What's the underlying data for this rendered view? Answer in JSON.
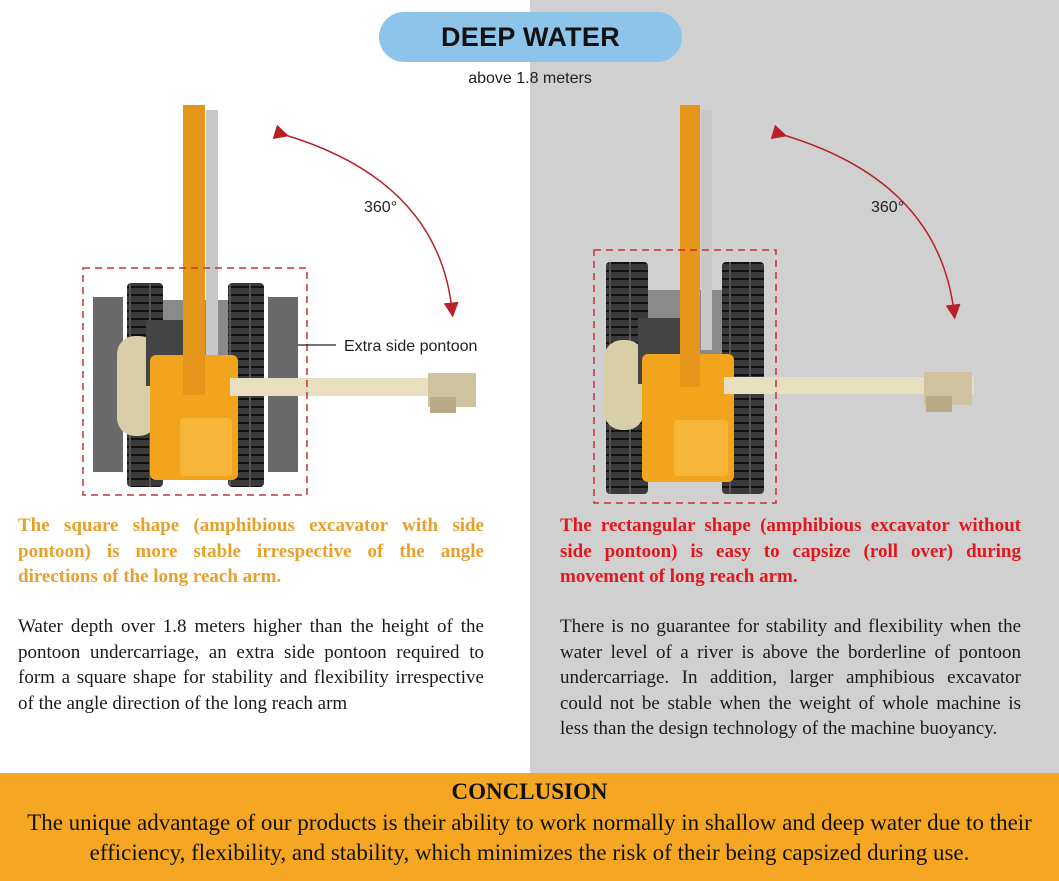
{
  "header": {
    "title": "DEEP WATER",
    "subtitle": "above 1.8 meters"
  },
  "left": {
    "rotation_label": "360°",
    "pontoon_label": "Extra side pontoon",
    "caption": "The square shape (amphibious excavator with side pontoon) is more stable irrespective of the angle directions of the long reach arm.",
    "body": "Water depth over 1.8 meters higher than the height of the pontoon undercarriage, an extra side pontoon required to form a square shape for stability and flexibility irrespective of the angle direction of the long reach arm"
  },
  "right": {
    "rotation_label": "360°",
    "caption": "The rectangular shape (amphibious excavator without side pontoon) is easy to capsize (roll over) during movement of long reach arm.",
    "body": "There is no guarantee for stability and flexibility when the water level of a river is above the borderline of pontoon undercarriage. In addition, larger amphibious excavator could not be stable when the weight of whole machine is less than the design technology of the machine buoyancy."
  },
  "conclusion": {
    "title": "CONCLUSION",
    "text": "The unique advantage of our products is their ability to work normally in shallow and deep water due to their efficiency, flexibility, and stability, which minimizes the risk of their being capsized during use."
  },
  "colors": {
    "title_pill": "#8ec4ea",
    "right_panel_bg": "#d0d0d0",
    "caption_left": "#e8a02c",
    "caption_right": "#e0181e",
    "conclusion_bg": "#f5a623",
    "dashed_outline": "#c8313a",
    "machine_body": "#f2a51c"
  }
}
